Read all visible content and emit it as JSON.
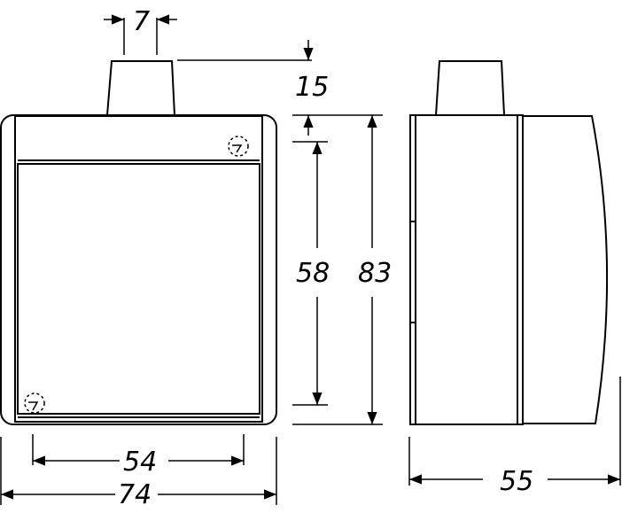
{
  "dimensions": {
    "stub_width": "7",
    "stub_height": "15",
    "inner_height": "58",
    "total_height": "83",
    "inner_width": "54",
    "total_width": "74",
    "depth": "55"
  }
}
